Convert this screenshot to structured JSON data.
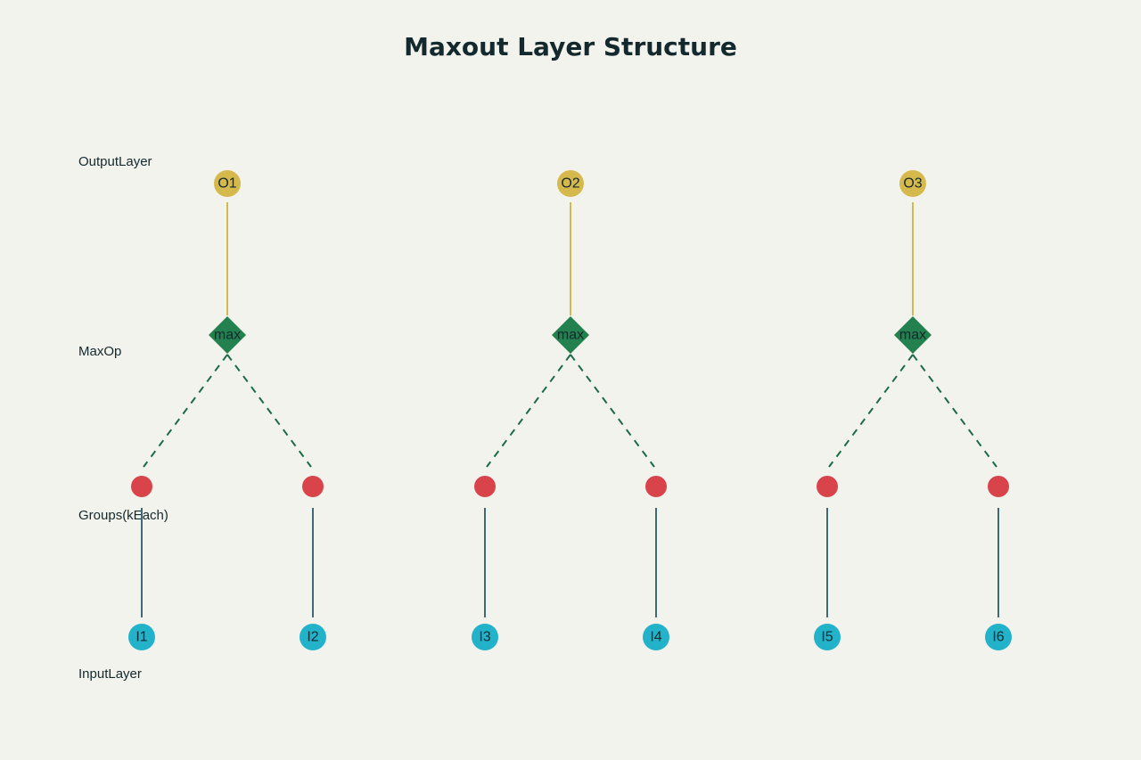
{
  "diagram": {
    "title": "Maxout Layer Structure",
    "layer_labels": {
      "output": "OutputLayer",
      "max_op": "MaxOp",
      "groups": "Groups(kEach)",
      "input": "InputLayer"
    },
    "colors": {
      "background": "#f3f3ee",
      "output_node": "#d6b94c",
      "output_edge": "#d6b94c",
      "max_node": "#23804f",
      "max_edge": "#1d6b45",
      "group_node": "#d9434a",
      "input_node": "#22b3cb",
      "input_edge": "#3c6a78",
      "text": "#13292d"
    },
    "units": [
      {
        "output": "O1",
        "max_label": "max",
        "inputs": [
          "I1",
          "I2"
        ]
      },
      {
        "output": "O2",
        "max_label": "max",
        "inputs": [
          "I3",
          "I4"
        ]
      },
      {
        "output": "O3",
        "max_label": "max",
        "inputs": [
          "I5",
          "I6"
        ]
      }
    ]
  }
}
